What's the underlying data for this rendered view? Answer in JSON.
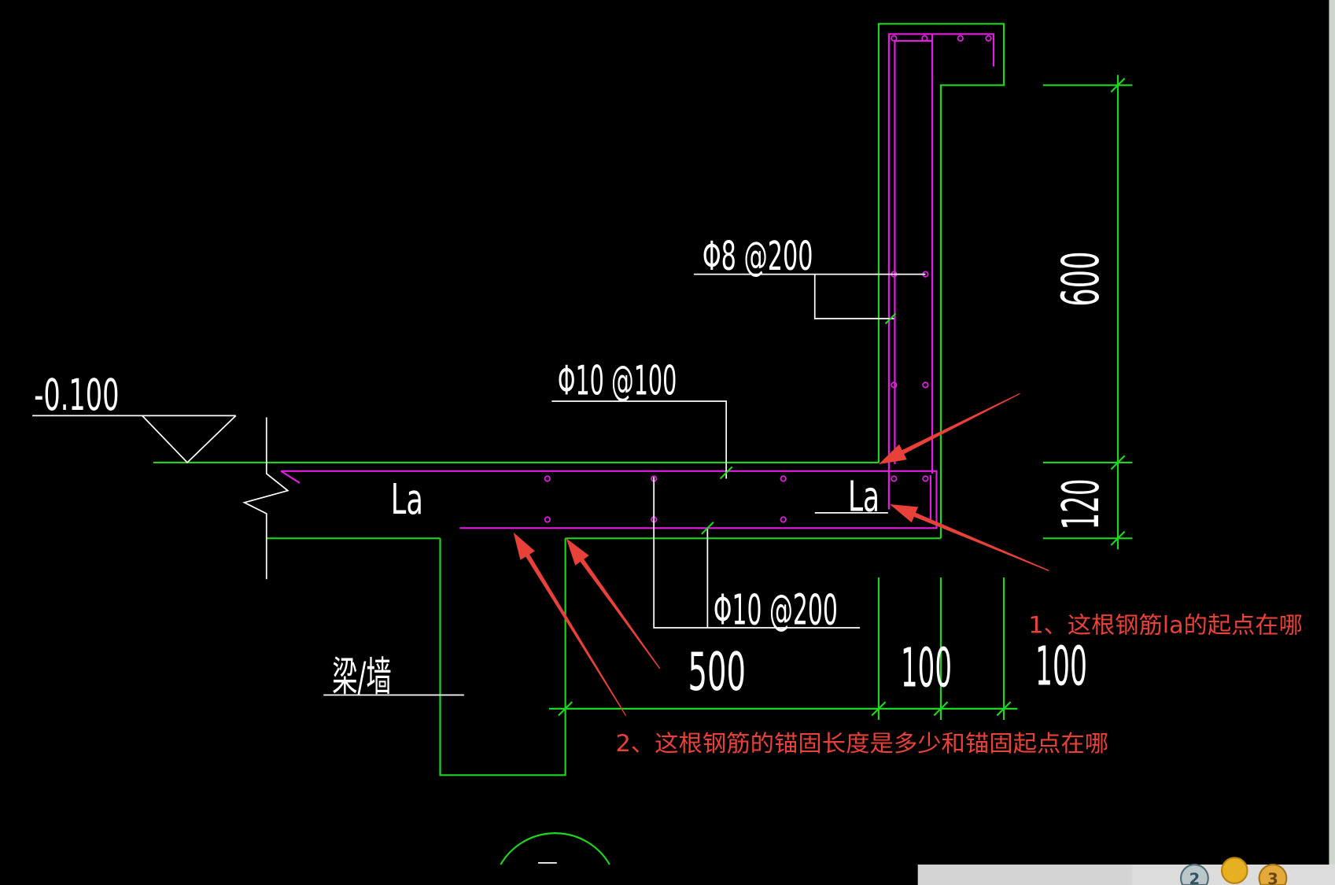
{
  "colors": {
    "background": "#000000",
    "structure_line": "#1fd61f",
    "rebar": "#e21ee2",
    "annotation": "#ffffff",
    "callout": "#e8413a",
    "toolbar_bg": "#d4d4d4"
  },
  "drawing": {
    "elevation_label": "-0.100",
    "wall_rebar_label": "Φ8 @200",
    "slab_top_rebar_label": "Φ10 @100",
    "slab_bottom_rebar_label": "Φ10 @200",
    "anchorage_left_label": "La",
    "anchorage_right_label": "La",
    "support_label": "梁/墙",
    "dimensions": {
      "wall_height": "600",
      "slab_thickness": "120",
      "slab_length": "500",
      "wall_thickness": "100",
      "cap_width": "100"
    }
  },
  "callouts": [
    {
      "text": "1、这根钢筋la的起点在哪"
    },
    {
      "text": "2、这根钢筋的锚固长度是多少和锚固起点在哪"
    }
  ],
  "toolbar": {
    "badges": [
      {
        "label": "2",
        "icon": "level-2-badge-icon"
      },
      {
        "icon": "gold-coin-icon"
      },
      {
        "label": "3",
        "icon": "level-3-badge-icon"
      }
    ]
  }
}
